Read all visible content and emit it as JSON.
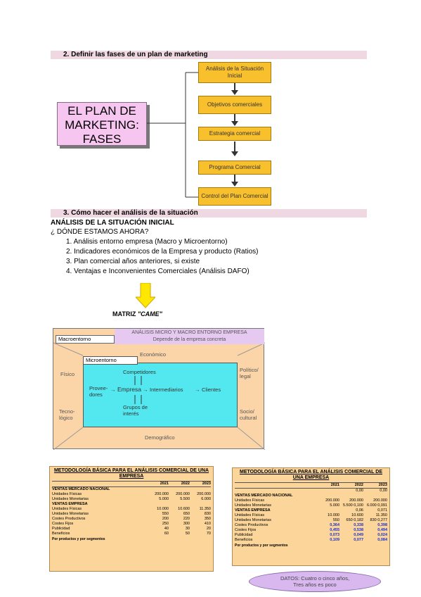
{
  "section2": {
    "heading": "2.   Definir las fases de un plan de marketing"
  },
  "title_box": {
    "line1": "EL PLAN DE",
    "line2": "MARKETING:",
    "line3": "FASES"
  },
  "flow": [
    "Análisis de la Situación Inicial",
    "Objetivos comerciales",
    "Estrategia comercial",
    "Programa Comercial",
    "Control del Plan Comercial"
  ],
  "section3": {
    "heading": "3.   Cómo hacer el análisis de la situación",
    "subheading": "ANÁLISIS DE LA SITUACIÓN INICIAL",
    "question": "¿ DÓNDE ESTAMOS AHORA?",
    "items": [
      "1.   Análisis entorno empresa (Macro y Microentorno)",
      "2.   Indicadores económicos de la Empresa y producto (Ratios)",
      "3.   Plan comercial años anteriores, si existe",
      "4.   Ventajas e Inconvenientes Comerciales (Análisis DAFO)"
    ],
    "matrix_label": "MATRIZ ",
    "matrix_name": "\"CAME\""
  },
  "environment": {
    "header_line1": "ANÁLISIS MICRO Y MACRO  ENTORNO EMPRESA",
    "header_line2": "Depende de la empresa concreta",
    "macro": "Macroentorno",
    "micro": "Microentorno",
    "economico": "Económico",
    "fisico": "Físico",
    "politico": "Político/ legal",
    "tecnologico": "Tecno- lógico",
    "social": "Socio/ cultural",
    "demografico": "Demográfico",
    "competidores": "Competidores",
    "proveedores": "Provee- dores",
    "empresa": "Empresa",
    "intermediarios": "Intermediarios",
    "clientes": "Clientes",
    "grupos": "Grupos de interés"
  },
  "table_left": {
    "title": "METODOLOGÍA BÁSICA PARA EL ANÁLISIS COMERCIAL DE UNA EMPRESA",
    "years": [
      "2021",
      "2022",
      "2023"
    ],
    "rows": [
      {
        "label": "VENTAS MERCADO NACIONAL",
        "vals": [
          "",
          "",
          ""
        ],
        "bold": true
      },
      {
        "label": "Unidades Físicas",
        "vals": [
          "200.000",
          "200.000",
          "200.000"
        ]
      },
      {
        "label": "Unidades Monetarias",
        "vals": [
          "5.000",
          "5.500",
          "6.000"
        ]
      },
      {
        "label": "VENTAS EMPRESA",
        "vals": [
          "",
          "",
          ""
        ],
        "bold": true
      },
      {
        "label": "Unidades Físicas",
        "vals": [
          "10.000",
          "10.600",
          "11.350"
        ]
      },
      {
        "label": "Unidades Monetarias",
        "vals": [
          "550",
          "650",
          "830"
        ]
      },
      {
        "label": "Costes Productivos",
        "vals": [
          "200",
          "220",
          "350"
        ]
      },
      {
        "label": "Costes Fijos",
        "vals": [
          "250",
          "300",
          "410"
        ]
      },
      {
        "label": "Publicidad",
        "vals": [
          "40",
          "30",
          "20"
        ]
      },
      {
        "label": "Beneficios",
        "vals": [
          "60",
          "50",
          "70"
        ]
      }
    ],
    "footnote": "Por productos y por segmentos"
  },
  "table_right": {
    "title": "METODOLOGÍA BÁSICA PARA EL ANÁLISIS COMERCIAL DE UNA EMPRESA",
    "years": [
      "2021",
      "2022",
      "2023"
    ],
    "rows": [
      {
        "label": "",
        "vals": [
          "",
          "0,00",
          "0,00"
        ]
      },
      {
        "label": "VENTAS MERCADO NACIONAL",
        "vals": [
          "",
          "",
          ""
        ],
        "bold": true
      },
      {
        "label": "Unidades Físicas",
        "vals": [
          "200.000",
          "200.000",
          "200.000"
        ]
      },
      {
        "label": "Unidades Monetarias",
        "vals": [
          "5.000",
          "5.500 0,100",
          "6.000 0,091"
        ]
      },
      {
        "label": "VENTAS EMPRESA",
        "vals": [
          "",
          "0,06",
          "0,071"
        ],
        "bold": true
      },
      {
        "label": "Unidades Físicas",
        "vals": [
          "10.000",
          "10.600",
          "11.350"
        ]
      },
      {
        "label": "Unidades Monetarias",
        "vals": [
          "550",
          "650 0,182",
          "830 0,277"
        ]
      },
      {
        "label": "Costes Productivos",
        "vals": [
          "0,364",
          "0,338",
          "0,398"
        ],
        "blue": true
      },
      {
        "label": "Costes Fijos",
        "vals": [
          "0,455",
          "0,538",
          "0,494"
        ],
        "blue": true
      },
      {
        "label": "Publicidad",
        "vals": [
          "0,073",
          "0,049",
          "0,024"
        ],
        "blue": true
      },
      {
        "label": "Beneficios",
        "vals": [
          "0,109",
          "0,077",
          "0,084"
        ],
        "blue": true
      }
    ],
    "footnote": "Por productos y por segmentos"
  },
  "datos_note": {
    "line1": "DATOS: Cuatro o cinco años,",
    "line2": "Tres años es poco"
  }
}
